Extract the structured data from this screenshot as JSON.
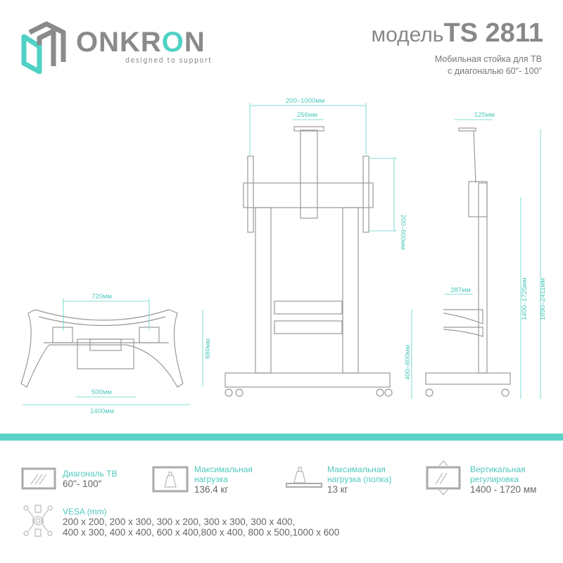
{
  "brand": {
    "name_pre": "ONKR",
    "name_o": "O",
    "name_post": "N",
    "tagline": "designed to support",
    "accent": "#4fd1c5",
    "gray": "#8a8a8a"
  },
  "header": {
    "model_prefix": "модель",
    "model": "TS 2811",
    "subtitle_line1": "Мобильная стойка для ТВ",
    "subtitle_line2": "с диагональю 60\"- 100\""
  },
  "dimensions": {
    "base_inner": "720мм",
    "base_foot": "500мм",
    "base_width": "1400мм",
    "base_depth": "680мм",
    "front_width": "200–1000мм",
    "front_top": "256мм",
    "front_height": "200–600мм",
    "side_top": "125мм",
    "side_shelf": "287мм",
    "side_shelf_height": "400–800мм",
    "side_mount_height": "1400–1725мм",
    "side_total_height": "1890–2411мм"
  },
  "specs": [
    {
      "icon": "tv-diagonal-icon",
      "label": "Диагональ ТВ",
      "value": "60\"- 100\""
    },
    {
      "icon": "max-load-icon",
      "label_line1": "Максимальная",
      "label_line2": "нагрузка",
      "value": "136.4 кг"
    },
    {
      "icon": "shelf-load-icon",
      "label_line1": "Максимальная",
      "label_line2": "нагрузка (полка)",
      "value": "13 кг"
    },
    {
      "icon": "vertical-adjust-icon",
      "label_line1": "Вертикальная",
      "label_line2": "регулировка",
      "value": "1400 - 1720 мм"
    }
  ],
  "vesa": {
    "label": "VESA (mm)",
    "line1": "200 x 200, 200 x 300, 300 x 200, 300 x 300, 300 x 400,",
    "line2": "400 x 300, 400 x 400, 600 x 400,800 x 400, 800 x 500,1000 x 600"
  }
}
